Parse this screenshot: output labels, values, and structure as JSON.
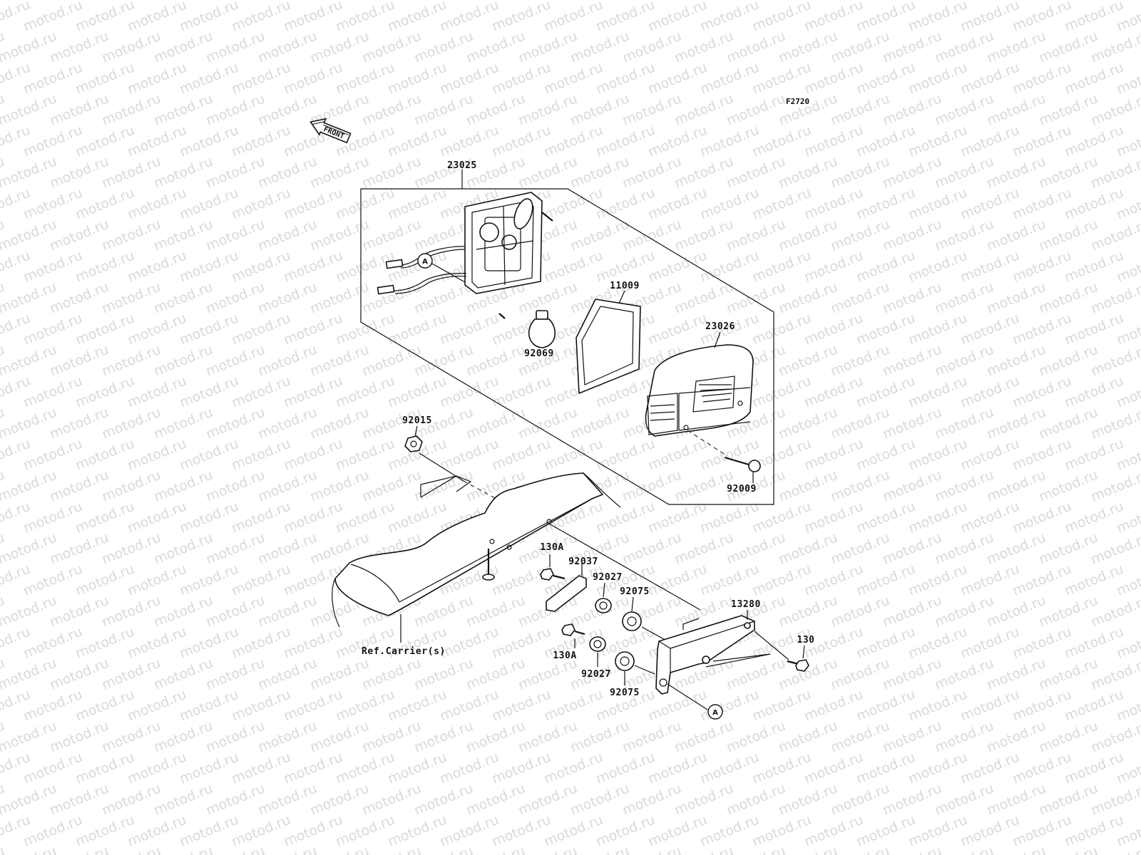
{
  "figure_code": "F2720",
  "front_arrow": {
    "label": "FRONT"
  },
  "watermark": "motod.ru",
  "reference_label": "Ref.Carrier(s)",
  "markers": {
    "a1": "A",
    "a2": "A"
  },
  "parts": {
    "p23025": "23025",
    "p11009": "11009",
    "p23026": "23026",
    "p92069": "92069",
    "p92015": "92015",
    "p92009": "92009",
    "p130a_top": "130A",
    "p92037": "92037",
    "p92027_top": "92027",
    "p92075_top": "92075",
    "p13280": "13280",
    "p130a_bottom": "130A",
    "p92027_bottom": "92027",
    "p92075_bottom": "92075",
    "p130": "130"
  }
}
